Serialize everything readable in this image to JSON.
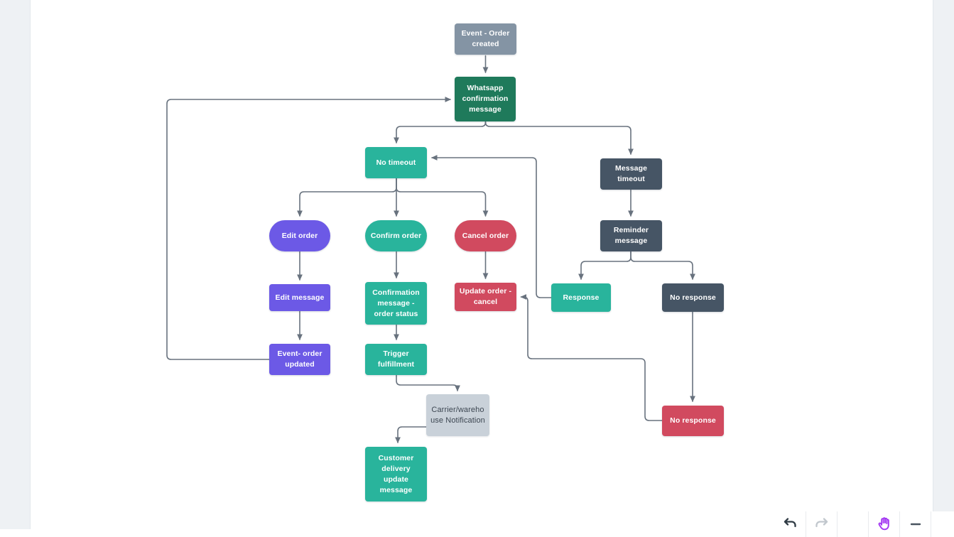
{
  "app": {
    "view": "flowchart-canvas"
  },
  "palette": {
    "gray": "#8494a4",
    "darkgreen": "#1f7a5b",
    "teal": "#29b49c",
    "slate": "#465565",
    "purple": "#6c59e6",
    "red": "#d14a5f",
    "lightgray": "#c9d1d9",
    "connector": "#68727e",
    "margin": "#eef1f4",
    "separator": "#e9ebee",
    "undo-icon": "#2f3a44",
    "redo-icon": "#c1c7cd",
    "hand-icon": "#a235f2",
    "minus-icon": "#49545f"
  },
  "diagram": {
    "nodes": [
      {
        "id": "event-order-created",
        "label": "Event - Order created",
        "role": "gray",
        "shape": "rect"
      },
      {
        "id": "whatsapp-confirmation-message",
        "label": "Whatsapp confirmation message",
        "role": "darkgreen",
        "shape": "rect"
      },
      {
        "id": "no-timeout",
        "label": "No timeout",
        "role": "teal",
        "shape": "rect"
      },
      {
        "id": "message-timeout",
        "label": "Message timeout",
        "role": "slate",
        "shape": "rect"
      },
      {
        "id": "edit-order",
        "label": "Edit order",
        "role": "purple",
        "shape": "pill"
      },
      {
        "id": "confirm-order",
        "label": "Confirm order",
        "role": "teal",
        "shape": "pill"
      },
      {
        "id": "cancel-order",
        "label": "Cancel order",
        "role": "red",
        "shape": "pill"
      },
      {
        "id": "edit-message",
        "label": "Edit message",
        "role": "purple",
        "shape": "rect"
      },
      {
        "id": "confirmation-message-order-status",
        "label": "Confirmation message - order status",
        "role": "teal",
        "shape": "rect"
      },
      {
        "id": "update-order-cancel",
        "label": "Update order - cancel",
        "role": "red",
        "shape": "rect"
      },
      {
        "id": "response",
        "label": "Response",
        "role": "teal",
        "shape": "rect"
      },
      {
        "id": "no-response",
        "label": "No response",
        "role": "slate",
        "shape": "rect"
      },
      {
        "id": "reminder-message",
        "label": "Reminder message",
        "role": "slate",
        "shape": "rect"
      },
      {
        "id": "event-order-updated",
        "label": "Event- order updated",
        "role": "purple",
        "shape": "rect"
      },
      {
        "id": "trigger-fulfillment",
        "label": "Trigger fulfillment",
        "role": "teal",
        "shape": "rect"
      },
      {
        "id": "carrier-warehouse-notification",
        "label": "Carrier/warehouse Notification",
        "role": "lightgray",
        "shape": "rect"
      },
      {
        "id": "customer-delivery-update-message",
        "label": "Customer delivery update message",
        "role": "teal",
        "shape": "rect"
      },
      {
        "id": "no-response-final",
        "label": "No response",
        "role": "red",
        "shape": "rect"
      }
    ],
    "edges": [
      {
        "from": "event-order-created",
        "to": "whatsapp-confirmation-message"
      },
      {
        "from": "whatsapp-confirmation-message",
        "to": "no-timeout"
      },
      {
        "from": "whatsapp-confirmation-message",
        "to": "message-timeout"
      },
      {
        "from": "no-timeout",
        "to": "edit-order"
      },
      {
        "from": "no-timeout",
        "to": "confirm-order"
      },
      {
        "from": "no-timeout",
        "to": "cancel-order"
      },
      {
        "from": "edit-order",
        "to": "edit-message"
      },
      {
        "from": "edit-message",
        "to": "event-order-updated"
      },
      {
        "from": "event-order-updated",
        "to": "whatsapp-confirmation-message"
      },
      {
        "from": "confirm-order",
        "to": "confirmation-message-order-status"
      },
      {
        "from": "confirmation-message-order-status",
        "to": "trigger-fulfillment"
      },
      {
        "from": "trigger-fulfillment",
        "to": "carrier-warehouse-notification"
      },
      {
        "from": "carrier-warehouse-notification",
        "to": "customer-delivery-update-message"
      },
      {
        "from": "cancel-order",
        "to": "update-order-cancel"
      },
      {
        "from": "message-timeout",
        "to": "reminder-message"
      },
      {
        "from": "reminder-message",
        "to": "response"
      },
      {
        "from": "reminder-message",
        "to": "no-response"
      },
      {
        "from": "response",
        "to": "no-timeout"
      },
      {
        "from": "no-response",
        "to": "no-response-final"
      },
      {
        "from": "no-response-final",
        "to": "update-order-cancel"
      }
    ]
  },
  "toolbar": {
    "buttons": [
      {
        "name": "undo",
        "enabled": true
      },
      {
        "name": "redo",
        "enabled": false
      },
      {
        "name": "pan-hand",
        "enabled": true
      },
      {
        "name": "zoom-out",
        "enabled": true
      }
    ]
  }
}
